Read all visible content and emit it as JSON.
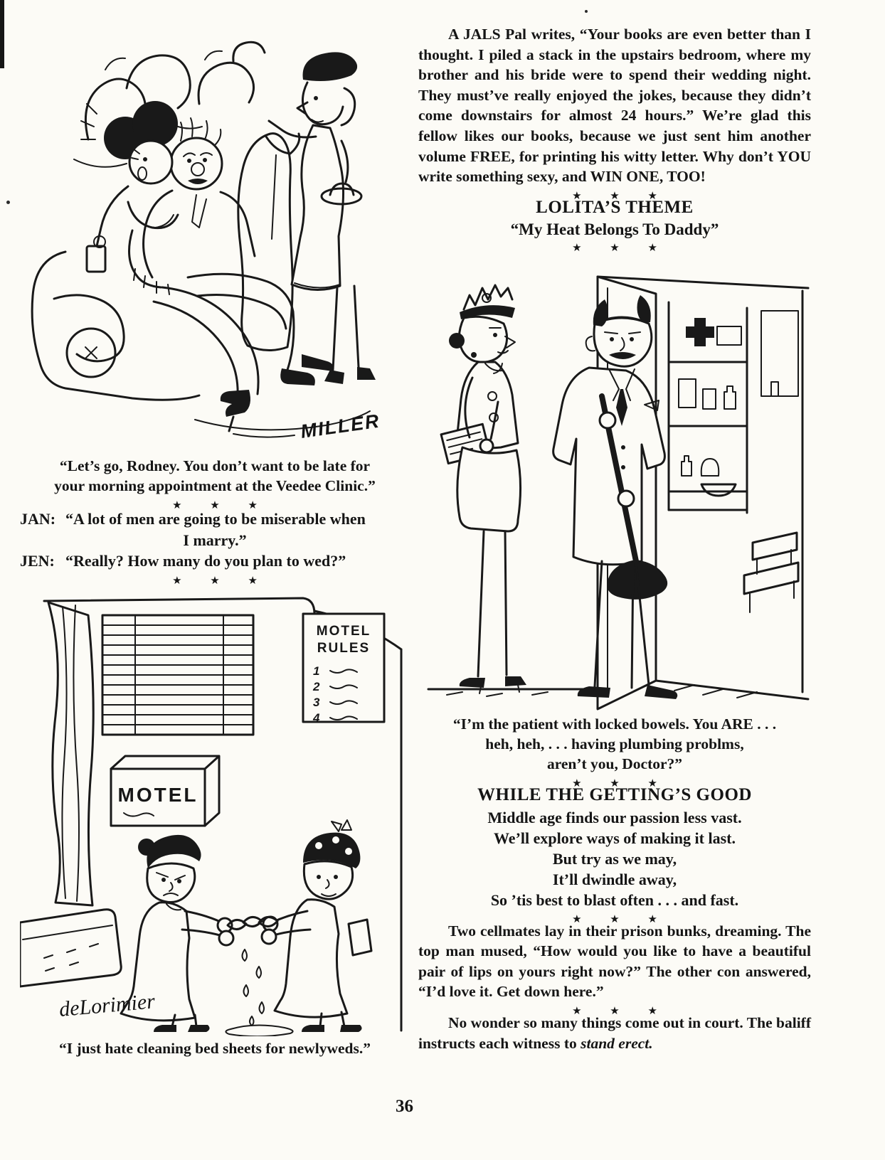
{
  "page_number": "36",
  "stars": "★ ★ ★",
  "left_column": {
    "miller_signature": "MILLER",
    "couch_caption_line1": "“Let’s go, Rodney. You don’t want to be late for",
    "couch_caption_line2": "your morning appointment at the Veedee Clinic.”",
    "jan_label": "JAN:",
    "jan_line1": "“A lot of men are going to be miserable when",
    "jan_line2": "I marry.”",
    "jen_label": "JEN:",
    "jen_text": "“Really? How many do you plan to wed?”",
    "motel_sign": "MOTEL",
    "rules_line1": "MOTEL",
    "rules_line2": "RULES",
    "rules_numbers": [
      "1",
      "2",
      "3",
      "4"
    ],
    "delorimier_signature": "deLorimier",
    "motel_caption": "“I just hate cleaning bed sheets for newlyweds.”"
  },
  "right_column": {
    "jals_paragraph": "A JALS Pal writes, “Your books are even better than I thought. I piled a stack in the upstairs bedroom, where my brother and his bride were to spend their wedding night.  They must’ve really enjoyed the jokes, because they didn’t come downstairs for almost 24 hours.” We’re glad this fellow likes our books, because we just sent him another volume FREE, for printing his witty letter. Why don’t YOU write something sexy, and WIN ONE, TOO!",
    "lolita_title": "LOLITA’S THEME",
    "lolita_subtitle": "“My Heat Belongs To Daddy”",
    "plumber_caption_line1": "“I’m the patient with locked bowels. You ARE . . .",
    "plumber_caption_line2": "heh, heh, . . . having plumbing problms,",
    "plumber_caption_line3": "aren’t you, Doctor?”",
    "getting_good_title": "WHILE THE GETTING’S GOOD",
    "poem_lines": [
      "Middle age finds our passion less vast.",
      "We’ll explore ways of making it last.",
      "But try as we may,",
      "It’ll dwindle away,",
      "So ’tis best to blast often . . . and fast."
    ],
    "cellmates_paragraph": "Two cellmates lay in their prison bunks, dreaming. The top man mused, “How would you like to have a beautiful pair of lips on yours right now?”  The other con answered, “I’d love it.  Get down here.”",
    "court_text_normal": "No wonder so many things come out in court. The baliff instructs each witness to ",
    "court_text_italic": "stand erect."
  }
}
